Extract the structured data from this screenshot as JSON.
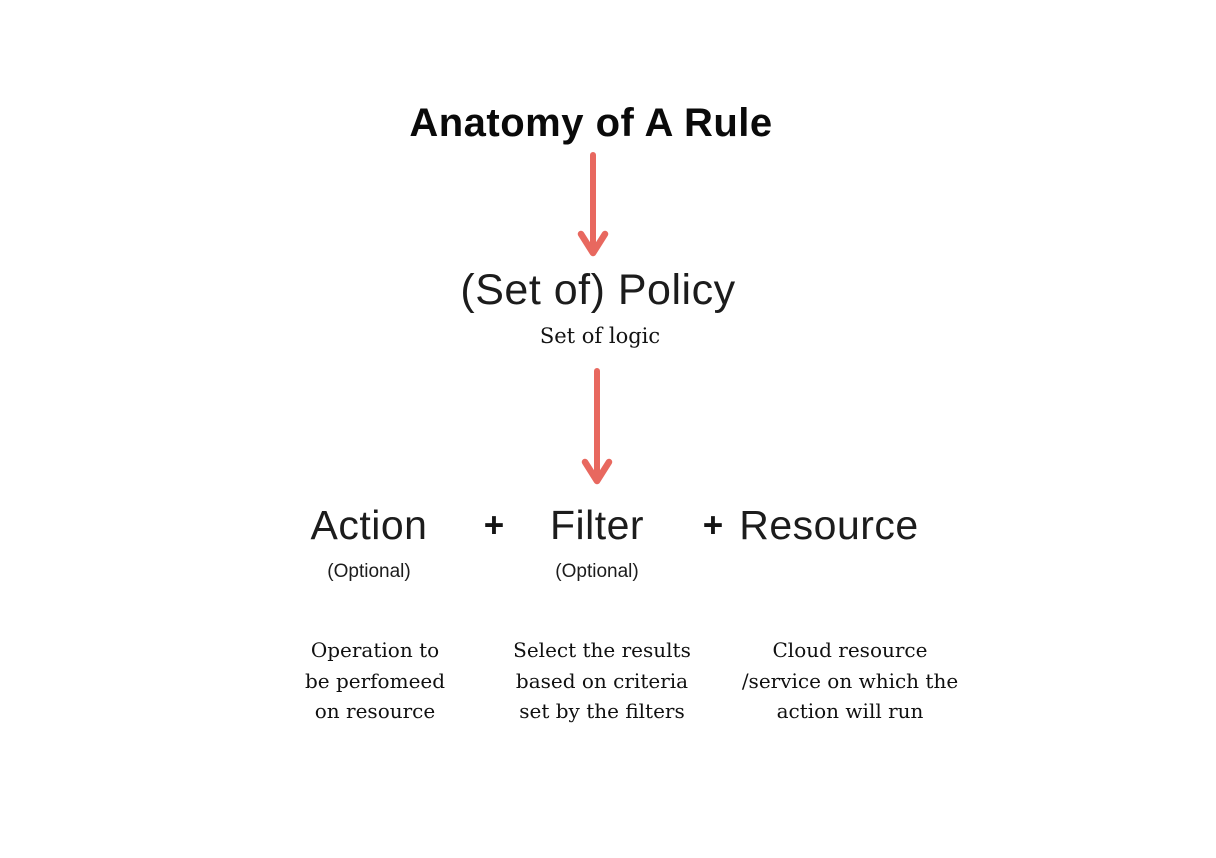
{
  "title": "Anatomy of A Rule",
  "colors": {
    "arrow": "#E8685F",
    "background": "#ffffff",
    "text": "#141414"
  },
  "policy": {
    "label": "(Set of) Policy",
    "sublabel": "Set of logic"
  },
  "plus": "+",
  "components": [
    {
      "label": "Action",
      "optional": "(Optional)",
      "description": [
        "Operation to",
        "be perfomeed",
        "on resource"
      ]
    },
    {
      "label": "Filter",
      "optional": "(Optional)",
      "description": [
        "Select the results",
        "based on criteria",
        "set by the filters"
      ]
    },
    {
      "label": "Resource",
      "optional": "",
      "description": [
        "Cloud resource",
        "/service on which the",
        "action will run"
      ]
    }
  ]
}
